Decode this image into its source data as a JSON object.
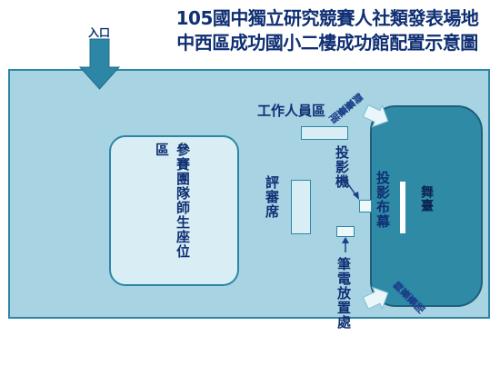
{
  "title": {
    "line1": "105國中獨立研究競賽人社類發表場地",
    "line2": "中西區成功國小二樓成功館配置示意圖"
  },
  "labels": {
    "entrance": "入口",
    "staff_area": "工作人員區",
    "judges": "評審席",
    "projector": "投影機",
    "screen": "投影布幕",
    "stage": "舞臺",
    "laptop": "筆電放置處",
    "seating_col1": "區",
    "seating_col2": "參賽團隊師生座位",
    "stairs_top": "舞臺臺階",
    "stairs_bottom": "舞臺臺階"
  },
  "colors": {
    "floor": "#a8d3e2",
    "stage": "#2f8aa6",
    "title": "#0f2f73",
    "arrow": "#2d86a6"
  },
  "icons": {
    "entrance_arrow": "down-arrow-icon",
    "stairs_arrow": "arrow-icon"
  }
}
